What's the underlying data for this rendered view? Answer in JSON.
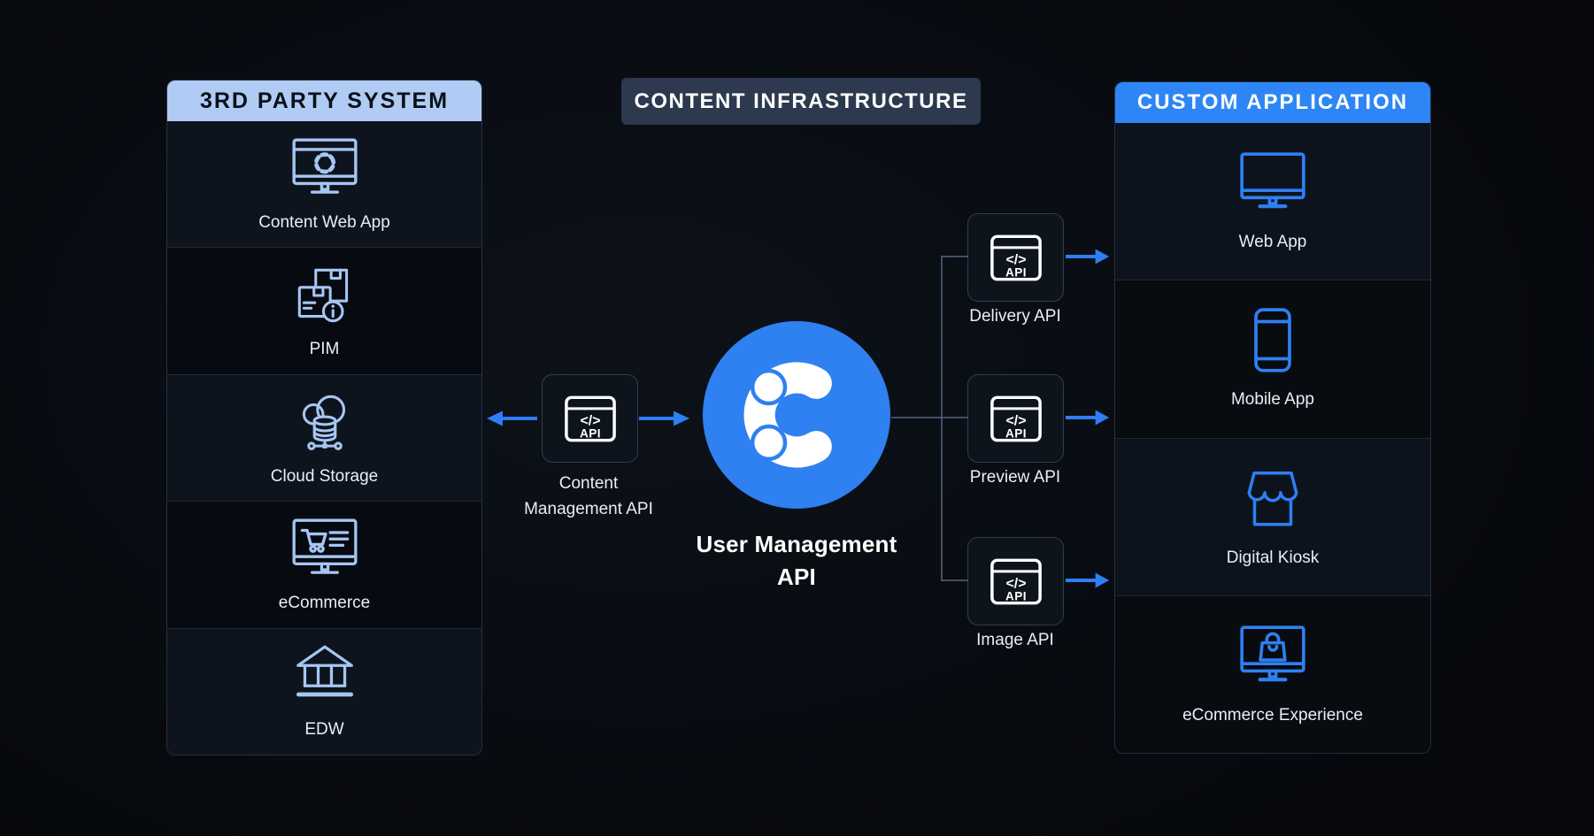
{
  "third_party": {
    "title": "3RD PARTY SYSTEM",
    "items": [
      {
        "label": "Content Web App",
        "icon": "monitor-contentstack"
      },
      {
        "label": "PIM",
        "icon": "package-info"
      },
      {
        "label": "Cloud Storage",
        "icon": "cloud-database"
      },
      {
        "label": "eCommerce",
        "icon": "monitor-cart"
      },
      {
        "label": "EDW",
        "icon": "bank"
      }
    ]
  },
  "infrastructure": {
    "title": "CONTENT INFRASTRUCTURE",
    "management_api": {
      "line1": "Content",
      "line2": "Management API"
    },
    "hub": {
      "line1": "User Management",
      "line2": "API",
      "logo": "contentstack-c"
    },
    "apis": [
      {
        "label": "Delivery API"
      },
      {
        "label": "Preview API"
      },
      {
        "label": "Image API"
      }
    ],
    "api_icon": {
      "code": "</>",
      "caption": "API"
    }
  },
  "custom_app": {
    "title": "CUSTOM APPLICATION",
    "items": [
      {
        "label": "Web App",
        "icon": "monitor"
      },
      {
        "label": "Mobile App",
        "icon": "smartphone"
      },
      {
        "label": "Digital Kiosk",
        "icon": "storefront"
      },
      {
        "label": "eCommerce Experience",
        "icon": "monitor-shopping-bag"
      }
    ]
  },
  "colors": {
    "background": "#0A0E14",
    "accent_blue": "#2F80F0",
    "arrow_blue": "#2D7EF7",
    "light_header": "#B0CCF4",
    "navy_header": "#2C394E",
    "blue_header": "#2E86F6",
    "light_icon": "#A6C6F2",
    "label_text": "#E9EEF6"
  }
}
